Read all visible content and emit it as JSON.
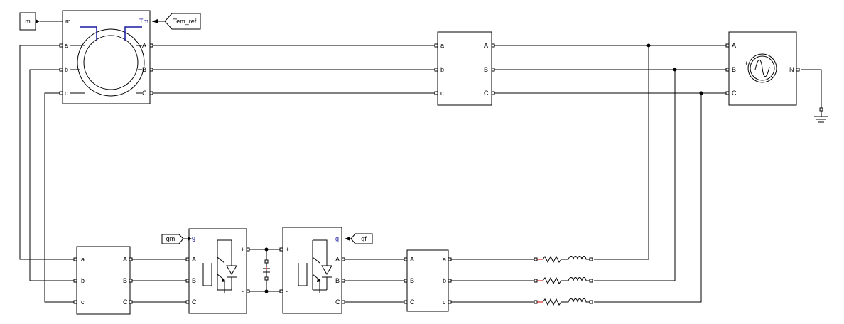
{
  "diagram": {
    "colors": {
      "line": "#000000",
      "signal_port": "#1a1aa0",
      "dc_source_mark": "#cc0000",
      "background": "#ffffff"
    },
    "tags": {
      "m_out": "m",
      "tem_ref": "Tem_ref",
      "gm": "gm",
      "gf": "gf"
    },
    "machine": {
      "tm_port": "Tm",
      "m_port": "m",
      "rotor_ports": [
        "a",
        "b",
        "c"
      ],
      "stator_ports": [
        "A",
        "B",
        "C"
      ],
      "icon": "induction-machine-icon"
    },
    "breaker_grid": {
      "left_ports": [
        "a",
        "b",
        "c"
      ],
      "right_ports": [
        "A",
        "B",
        "C"
      ]
    },
    "source": {
      "ports": [
        "A",
        "B",
        "C"
      ],
      "neutral": "N",
      "plus": "+",
      "icon": "ac-source-icon"
    },
    "breaker_rotor": {
      "left_ports": [
        "a",
        "b",
        "c"
      ],
      "right_ports": [
        "A",
        "B",
        "C"
      ]
    },
    "converter_m": {
      "gate": "g",
      "ports": [
        "A",
        "B",
        "C"
      ],
      "dc_plus": "+",
      "dc_minus": "-",
      "icon": "igbt-diode-icon"
    },
    "converter_f": {
      "gate": "g",
      "ports": [
        "A",
        "B",
        "C"
      ],
      "dc_plus": "+",
      "dc_minus": "-",
      "icon": "igbt-diode-icon"
    },
    "breaker_grid_side": {
      "left_ports": [
        "A",
        "B",
        "C"
      ],
      "right_ports": [
        "a",
        "b",
        "c"
      ]
    },
    "rl_branches": 3,
    "capacitor_icon": "dc-capacitor-icon",
    "ground_icon": "ground-icon"
  }
}
